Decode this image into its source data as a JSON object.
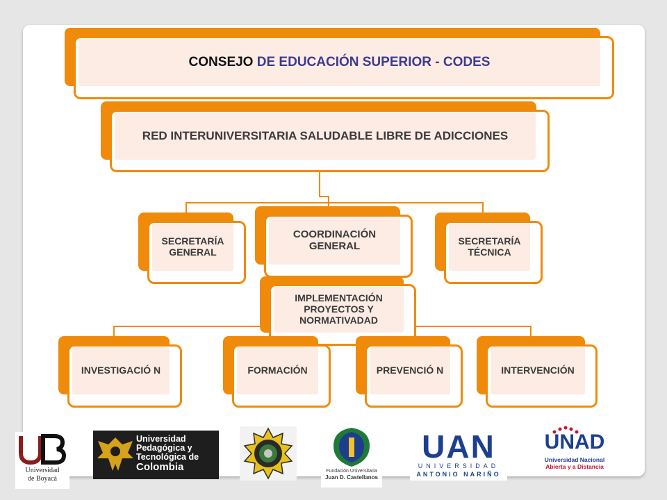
{
  "top": {
    "word1": "CONSEJO",
    "rest": " DE EDUCACIÓN SUPERIOR - CODES"
  },
  "red": {
    "label": "RED INTERUNIVERSITARIA SALUDABLE LIBRE DE ADICCIONES"
  },
  "secretaria_general": {
    "label": "SECRETARÍA GENERAL"
  },
  "coordinacion_general": {
    "label": "COORDINACIÓN GENERAL"
  },
  "secretaria_tecnica": {
    "label": "SECRETARÍA TÉCNICA"
  },
  "implementacion": {
    "label": "IMPLEMENTACIÓN PROYECTOS Y NORMATIVADAD"
  },
  "investigacion": {
    "label": "INVESTIGACIÓ N"
  },
  "formacion": {
    "label": "FORMACIÓN"
  },
  "prevencion": {
    "label": "PREVENCIÓ N"
  },
  "intervencion": {
    "label": "INTERVENCIÓN"
  },
  "logos": {
    "boyaca": {
      "line1": "Universidad",
      "line2": "de Boyacá"
    },
    "uptc": {
      "line1": "Universidad",
      "line2": "Pedagógica y",
      "line3": "Tecnológica de",
      "line4": "Colombia"
    },
    "castellanos": {
      "line1": "Fundación Universitaria",
      "line2": "Juan D. Castellanos"
    },
    "uan": {
      "mark": "UAN",
      "line1": "UNIVERSIDAD",
      "line2": "ANTONIO NARIÑO"
    },
    "unad": {
      "mark": "UNAD",
      "line1": "Universidad Nacional",
      "line2": "Abierta y a Distancia"
    }
  },
  "colors": {
    "accent": "#f08a0b",
    "box_fill": "#fdece4",
    "title_blue": "#3b3b8f"
  }
}
